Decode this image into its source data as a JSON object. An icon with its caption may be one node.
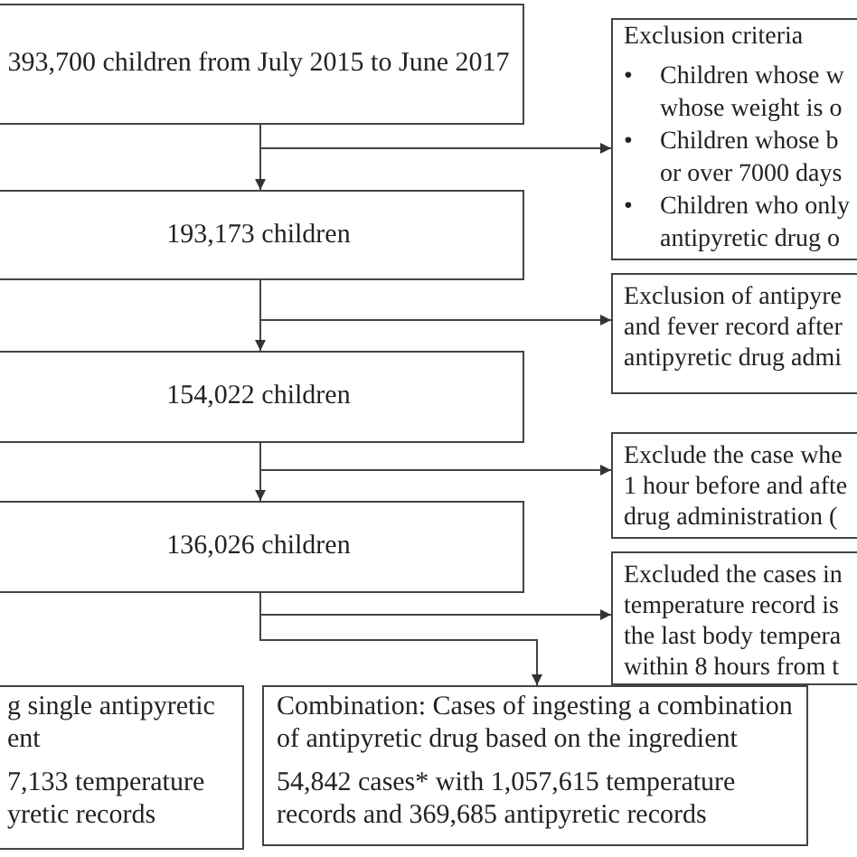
{
  "diagram": {
    "nodes": [
      {
        "text": [
          "393,700 children from July 2015 to June 2017"
        ]
      },
      {
        "text": [
          "Exclusion criteria",
          "• Children whose w whose weight is o",
          "• Children whose b or over 7000 days",
          "• Children who only antipyretic drug o"
        ]
      },
      {
        "text": [
          "193,173 children"
        ]
      },
      {
        "text": [
          "Exclusion of antipyre and fever record after antipyretic drug admi"
        ]
      },
      {
        "text": [
          "154,022 children"
        ]
      },
      {
        "text": [
          "Exclude the case whe 1 hour before and afte drug administration ("
        ]
      },
      {
        "text": [
          "136,026 children"
        ]
      },
      {
        "text": [
          "Excluded the cases in temperature record is the last body tempera within 8 hours from t"
        ]
      },
      {
        "text": [
          "g single antipyretic ent",
          "7,133 temperature yretic records"
        ]
      },
      {
        "text": [
          "Combination: Cases of ingesting a combination of antipyretic drug based on the ingredient",
          "54,842 cases* with 1,057,615 temperature records and 369,685 antipyretic records"
        ]
      }
    ],
    "edges": [
      {
        "from": 0,
        "to": 2,
        "arrow": "to"
      },
      {
        "from": 0,
        "to": 1,
        "arrow": "to"
      },
      {
        "from": 2,
        "to": 4,
        "arrow": "to"
      },
      {
        "from": 2,
        "to": 3,
        "arrow": "to"
      },
      {
        "from": 4,
        "to": 6,
        "arrow": "to"
      },
      {
        "from": 4,
        "to": 5,
        "arrow": "to"
      },
      {
        "from": 6,
        "to": 7,
        "arrow": "to"
      },
      {
        "from": 6,
        "to": 9,
        "arrow": "to"
      }
    ]
  }
}
